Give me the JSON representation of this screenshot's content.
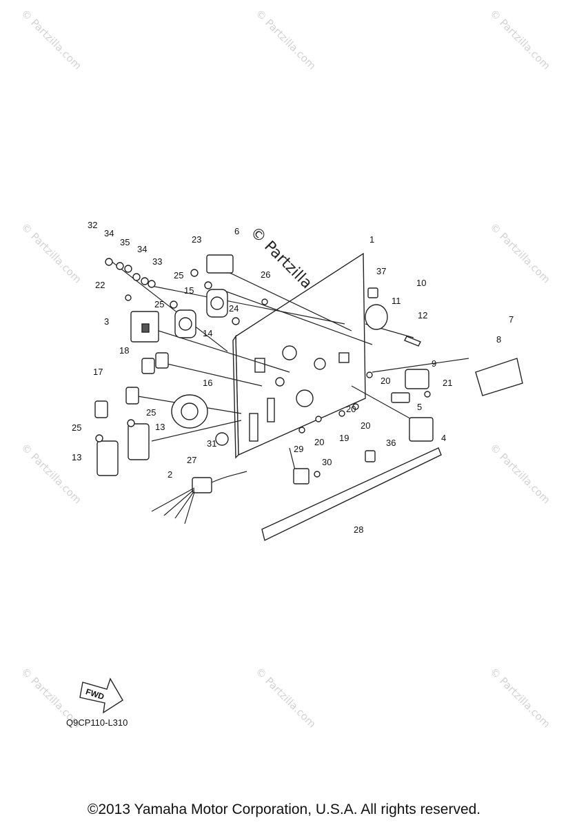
{
  "watermark": {
    "text": "© Partzilla.com",
    "center_text": "© Partzilla.com"
  },
  "callouts": [
    "1",
    "2",
    "3",
    "4",
    "5",
    "6",
    "7",
    "8",
    "9",
    "10",
    "11",
    "12",
    "13",
    "13",
    "14",
    "15",
    "16",
    "17",
    "18",
    "19",
    "20",
    "20",
    "20",
    "20",
    "21",
    "22",
    "23",
    "24",
    "25",
    "25",
    "25",
    "25",
    "26",
    "27",
    "28",
    "29",
    "30",
    "31",
    "32",
    "33",
    "34",
    "34",
    "35",
    "36",
    "37"
  ],
  "fwd_label": "FWD",
  "diagram_code": "Q9CP110-L310",
  "copyright": "©2013  Yamaha Motor Corporation, U.S.A. All rights reserved."
}
